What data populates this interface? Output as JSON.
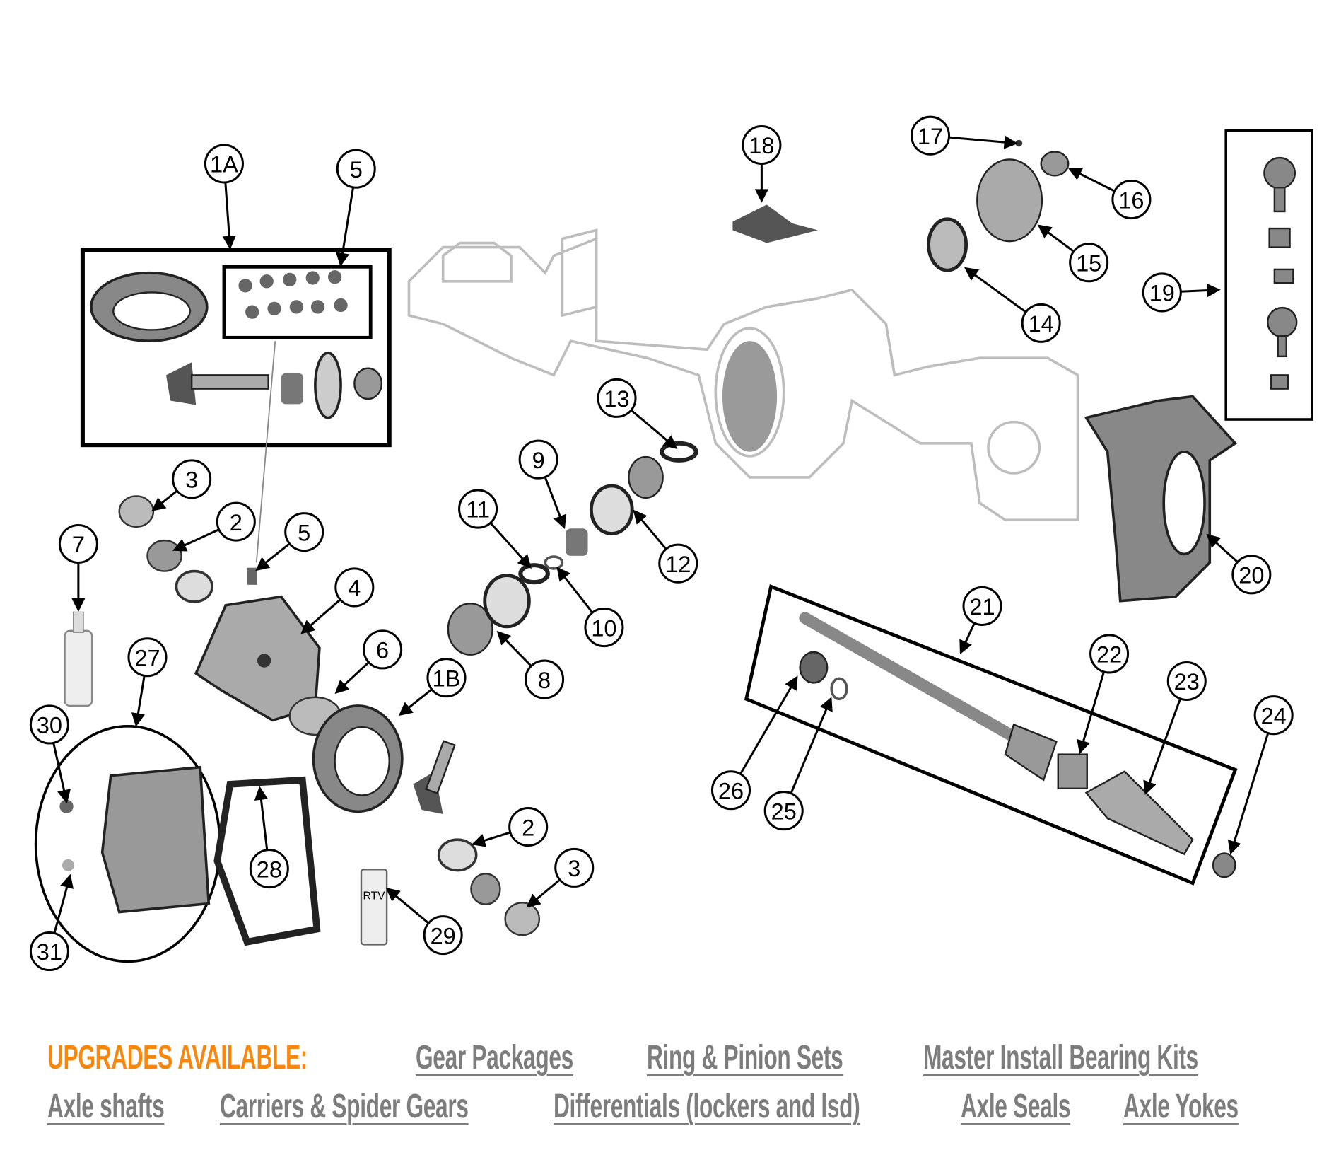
{
  "callouts": [
    "1A",
    "5",
    "3",
    "2",
    "5",
    "7",
    "4",
    "6",
    "27",
    "30",
    "1B",
    "11",
    "9",
    "13",
    "12",
    "10",
    "8",
    "18",
    "17",
    "16",
    "15",
    "14",
    "19",
    "20",
    "21",
    "22",
    "23",
    "24",
    "26",
    "25",
    "2",
    "3",
    "28",
    "29",
    "31"
  ],
  "tube_label": "RTV",
  "upgrades": {
    "title": "UPGRADES AVAILABLE:",
    "links": [
      "Gear Packages",
      "Ring & Pinion Sets",
      "Master Install Bearing Kits",
      "Axle shafts",
      "Carriers & Spider Gears",
      "Differentials (lockers and lsd)",
      "Axle Seals",
      "Axle Yokes"
    ]
  },
  "colors": {
    "accent": "#f7880f",
    "link": "#7d7d7d",
    "housing": "#bdbdbd",
    "part": "#8a8a8a"
  }
}
